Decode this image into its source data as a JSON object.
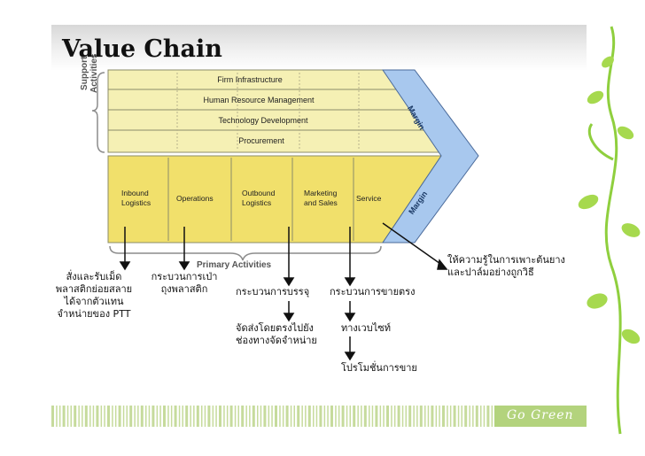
{
  "title": "Value Chain",
  "support_section_label": [
    "Support",
    "Activities"
  ],
  "support_activities": [
    "Firm Infrastructure",
    "Human Resource Management",
    "Technology Development",
    "Procurement"
  ],
  "primary_activities": [
    [
      "Inbound",
      "Logistics"
    ],
    [
      "Operations"
    ],
    [
      "Outbound",
      "Logistics"
    ],
    [
      "Marketing",
      "and Sales"
    ],
    [
      "Service"
    ]
  ],
  "primary_section_label": "Primary Activities",
  "margin_label": "Margin",
  "annotations": {
    "inbound": [
      "สั่งและรับเม็ด",
      "พลาสติกย่อยสลาย",
      "ได้จากตัวแทน",
      "จำหน่ายของ PTT"
    ],
    "operations": [
      "กระบวนการเป่า",
      "ถุงพลาสติก"
    ],
    "outbound_1": "กระบวนการบรรจุ",
    "outbound_2": [
      "จัดส่งโดยตรงไปยัง",
      "ช่องทางจัดจำหน่าย"
    ],
    "marketing_1": "กระบวนการขายตรง",
    "marketing_2": "ทางเวบไซท์",
    "marketing_3": "โปรโมชั่นการขาย",
    "service": [
      "ให้ความรู้ในการเพาะต้นยาง",
      "และปาล์มอย่างถูกวิธี"
    ]
  },
  "footer_text": "Go Green",
  "colors": {
    "support_fill": "#f5f0b4",
    "primary_fill": "#f1e06b",
    "margin_fill": "#a8c8ee",
    "vine": "#8fcf3e",
    "footer_bar": "#c6db9c"
  }
}
